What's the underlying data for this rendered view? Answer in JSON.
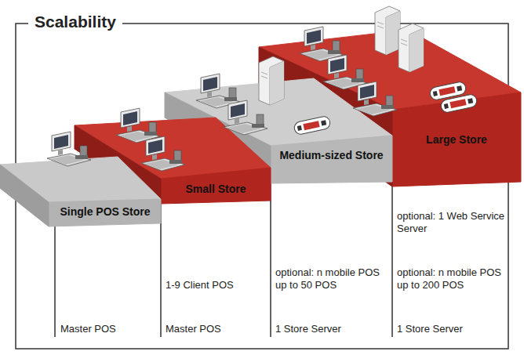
{
  "diagram": {
    "title": "Scalability",
    "nodes": [
      {
        "text": [
          "Single POS Store"
        ]
      },
      {
        "text": [
          "Small Store"
        ]
      },
      {
        "text": [
          "Medium-sized Store"
        ]
      },
      {
        "text": [
          "Large Store"
        ]
      }
    ],
    "labels": [
      "Master POS",
      "1-9 Client POS",
      "Master POS",
      "optional: n mobile POS up to 50 POS",
      "1 Store Server",
      "optional: 1 Web Service Server",
      "optional: n mobile POS up to 200 POS",
      "1 Store Server"
    ]
  }
}
